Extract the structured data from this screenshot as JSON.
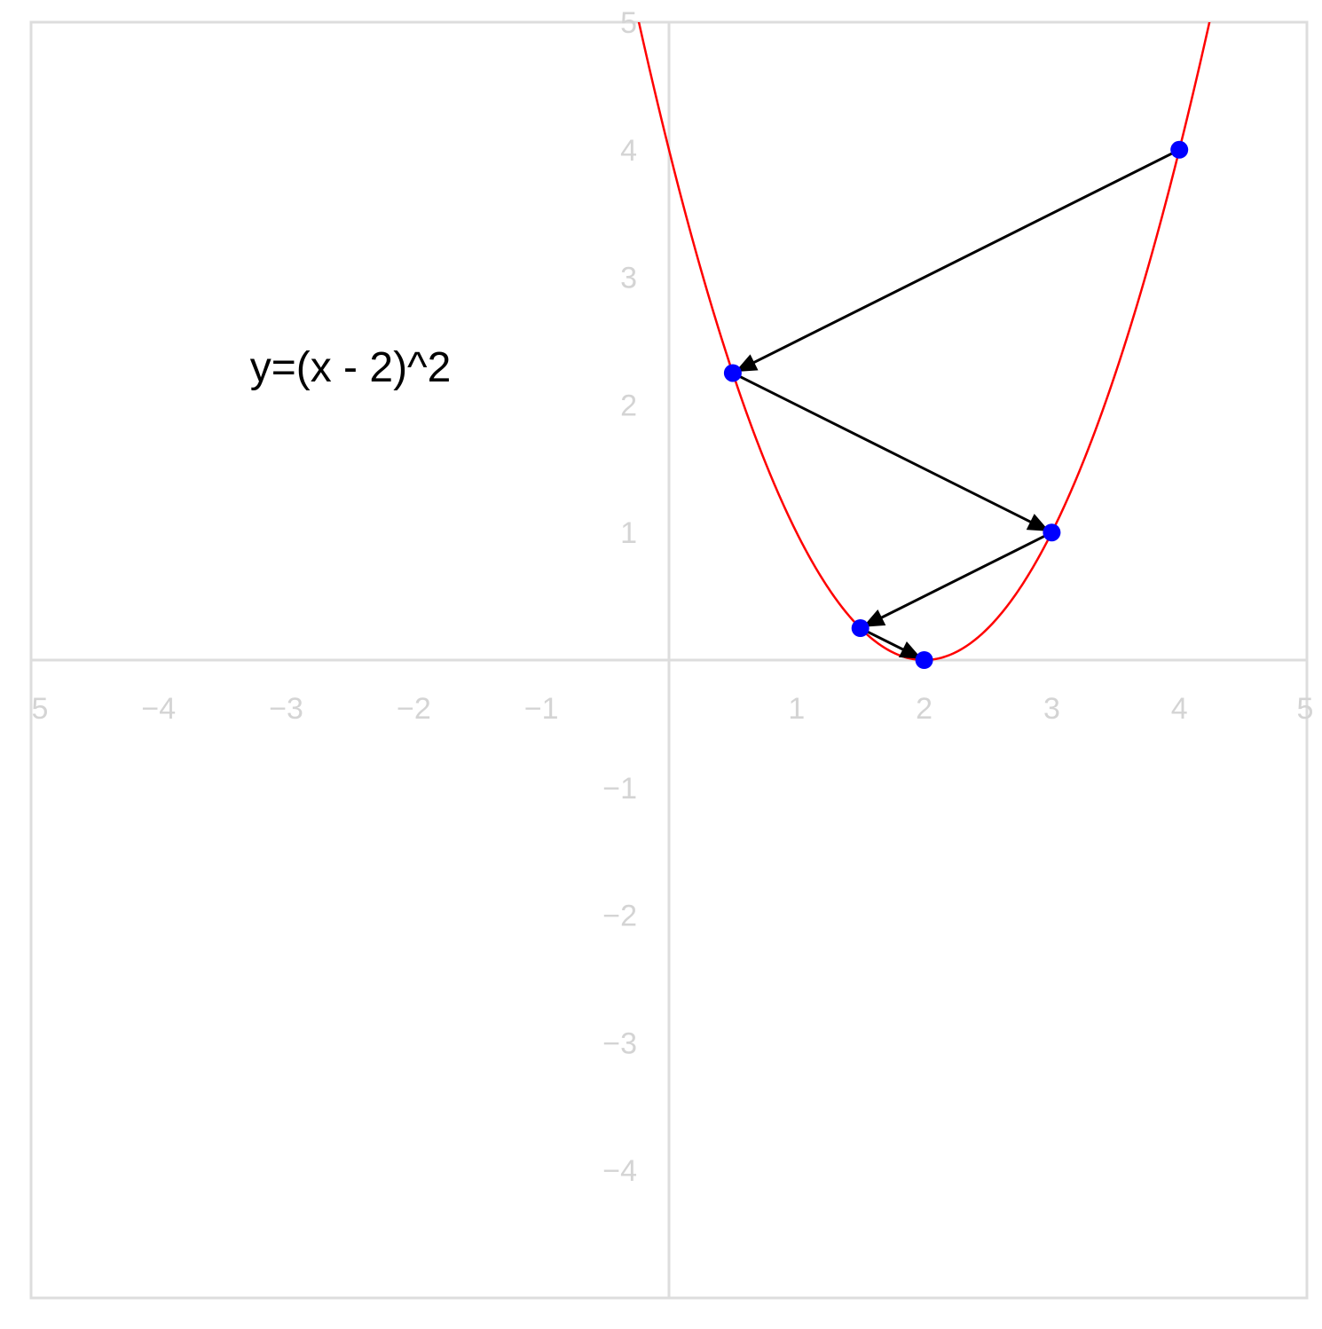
{
  "chart_data": {
    "type": "line",
    "title": "",
    "xlabel": "",
    "ylabel": "",
    "xlim": [
      -5,
      5
    ],
    "ylim": [
      -5,
      5
    ],
    "grid": false,
    "annotation": "y=(x - 2)^2",
    "x_ticks": [
      "5",
      "−4",
      "−3",
      "−2",
      "−1",
      "1",
      "2",
      "3",
      "4",
      "5"
    ],
    "x_tick_values": [
      -5,
      -4,
      -3,
      -2,
      -1,
      1,
      2,
      3,
      4,
      5
    ],
    "y_ticks": [
      "5",
      "4",
      "3",
      "2",
      "1",
      "−1",
      "−2",
      "−3",
      "−4"
    ],
    "y_tick_values": [
      5,
      4,
      3,
      2,
      1,
      -1,
      -2,
      -3,
      -4
    ],
    "curve": {
      "expression": "(x - 2)^2",
      "x_range": [
        -5,
        5
      ]
    },
    "points": [
      {
        "x": 4,
        "y": 4
      },
      {
        "x": 0.5,
        "y": 2.25
      },
      {
        "x": 3,
        "y": 1
      },
      {
        "x": 1.5,
        "y": 0.25
      },
      {
        "x": 2,
        "y": 0
      }
    ],
    "arrows": [
      {
        "from": 0,
        "to": 1
      },
      {
        "from": 1,
        "to": 2
      },
      {
        "from": 2,
        "to": 3
      },
      {
        "from": 3,
        "to": 4
      }
    ],
    "colors": {
      "curve": "#ff0000",
      "points": "#0000ff",
      "arrows": "#000000",
      "axes": "#dddddd",
      "frame": "#dddddd",
      "tick_labels": "#d4d4d4"
    }
  }
}
